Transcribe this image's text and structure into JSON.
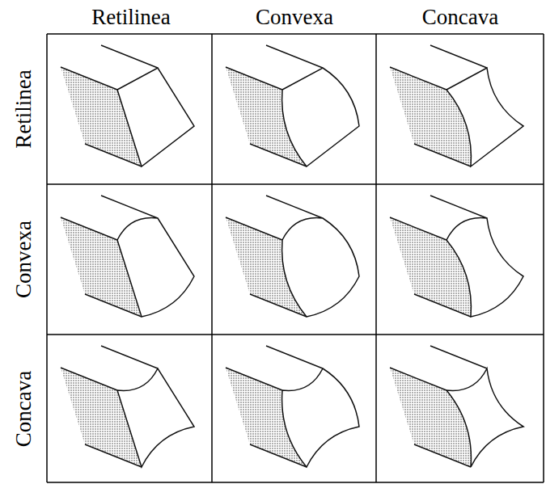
{
  "diagram": {
    "labels": [
      "Retilinea",
      "Convexa",
      "Concava",
      "Retilinea",
      "Convexa",
      "Concava"
    ]
  }
}
